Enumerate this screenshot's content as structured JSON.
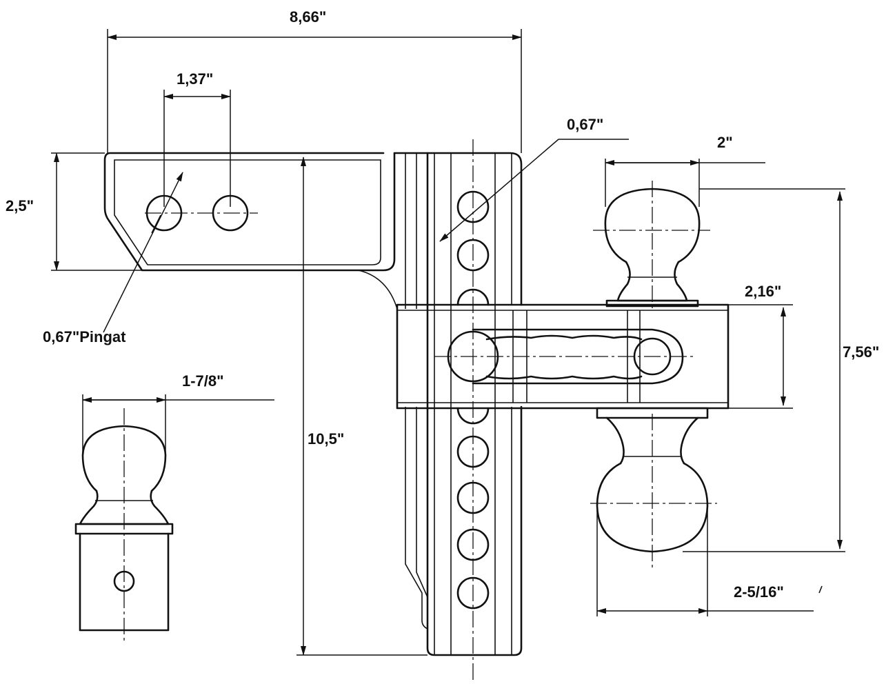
{
  "dimensions": {
    "overall_width": "8,66\"",
    "hole_spacing": "1,37\"",
    "shank_height": "2,5\"",
    "pin_hole": "0,67\"Pingat",
    "adjust_hole": "0,67\"",
    "ball_diameter_top": "2\"",
    "mount_height": "2,16\"",
    "ball_to_ball": "7,56\"",
    "ball_diameter_bottom": "2-5/16\"",
    "loose_ball": "1-7/8\"",
    "drop_height": "10,5\""
  }
}
